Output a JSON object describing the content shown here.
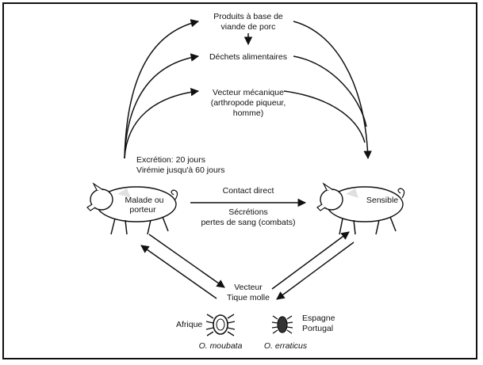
{
  "diagram": {
    "top_nodes": {
      "products_line1": "Produits à base de",
      "products_line2": "viande de porc",
      "food_waste": "Déchets alimentaires",
      "vector_line1": "Vecteur mécanique",
      "vector_line2": "(arthropode piqueur,",
      "vector_line3": "homme)"
    },
    "excretion": {
      "line1": "Excrétion: 20 jours",
      "line2": "Virémie jusqu'à 60 jours"
    },
    "sick_pig": {
      "line1": "Malade ou",
      "line2": "porteur"
    },
    "healthy_pig": {
      "label": "Sensible"
    },
    "middle": {
      "direct_contact": "Contact direct",
      "secretions_line1": "Sécrétions",
      "secretions_line2": "pertes de sang (combats)"
    },
    "tick_vector": {
      "line1": "Vecteur",
      "line2": "Tique molle"
    },
    "ticks": {
      "left_region": "Afrique",
      "left_species": "O. moubata",
      "right_region_line1": "Espagne",
      "right_region_line2": "Portugal",
      "right_species": "O. erraticus"
    },
    "colors": {
      "line": "#111111",
      "background": "#ffffff"
    }
  }
}
